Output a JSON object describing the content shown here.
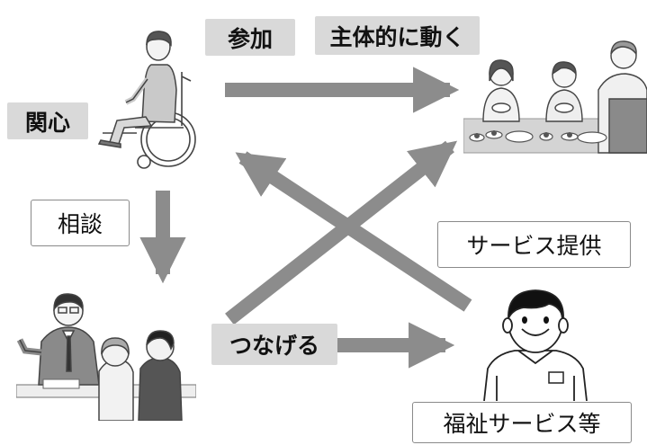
{
  "labels": {
    "sanka": "参加",
    "shutaiteki": "主体的に動く",
    "kanshin": "関心",
    "soudan": "相談",
    "service_teikyou": "サービス提供",
    "tsunageru": "つなげる",
    "fukushi_service": "福祉サービス等"
  },
  "colors": {
    "arrow": "#8c8c8c",
    "label_fill": "#d9d9d9",
    "box_border": "#8a8a8a"
  },
  "illustrations": {
    "wheelchair": "person-in-wheelchair",
    "dining": "people-eating-at-table",
    "consultation": "consultation-meeting",
    "staff": "welfare-staff-worker"
  }
}
